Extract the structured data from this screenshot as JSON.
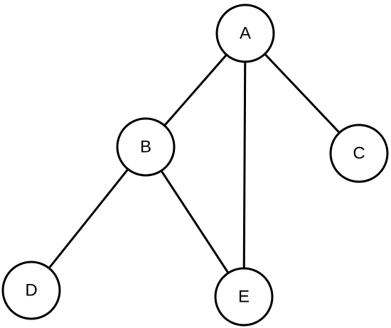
{
  "diagram": {
    "type": "tree",
    "nodes": [
      {
        "id": "A",
        "label": "A"
      },
      {
        "id": "B",
        "label": "B"
      },
      {
        "id": "C",
        "label": "C"
      },
      {
        "id": "D",
        "label": "D"
      },
      {
        "id": "E",
        "label": "E"
      }
    ],
    "edges": [
      {
        "from": "A",
        "to": "B"
      },
      {
        "from": "A",
        "to": "E"
      },
      {
        "from": "A",
        "to": "C"
      },
      {
        "from": "B",
        "to": "D"
      },
      {
        "from": "B",
        "to": "E"
      }
    ]
  },
  "colors": {
    "stroke": "#000000",
    "fill": "#ffffff",
    "text": "#000000"
  }
}
